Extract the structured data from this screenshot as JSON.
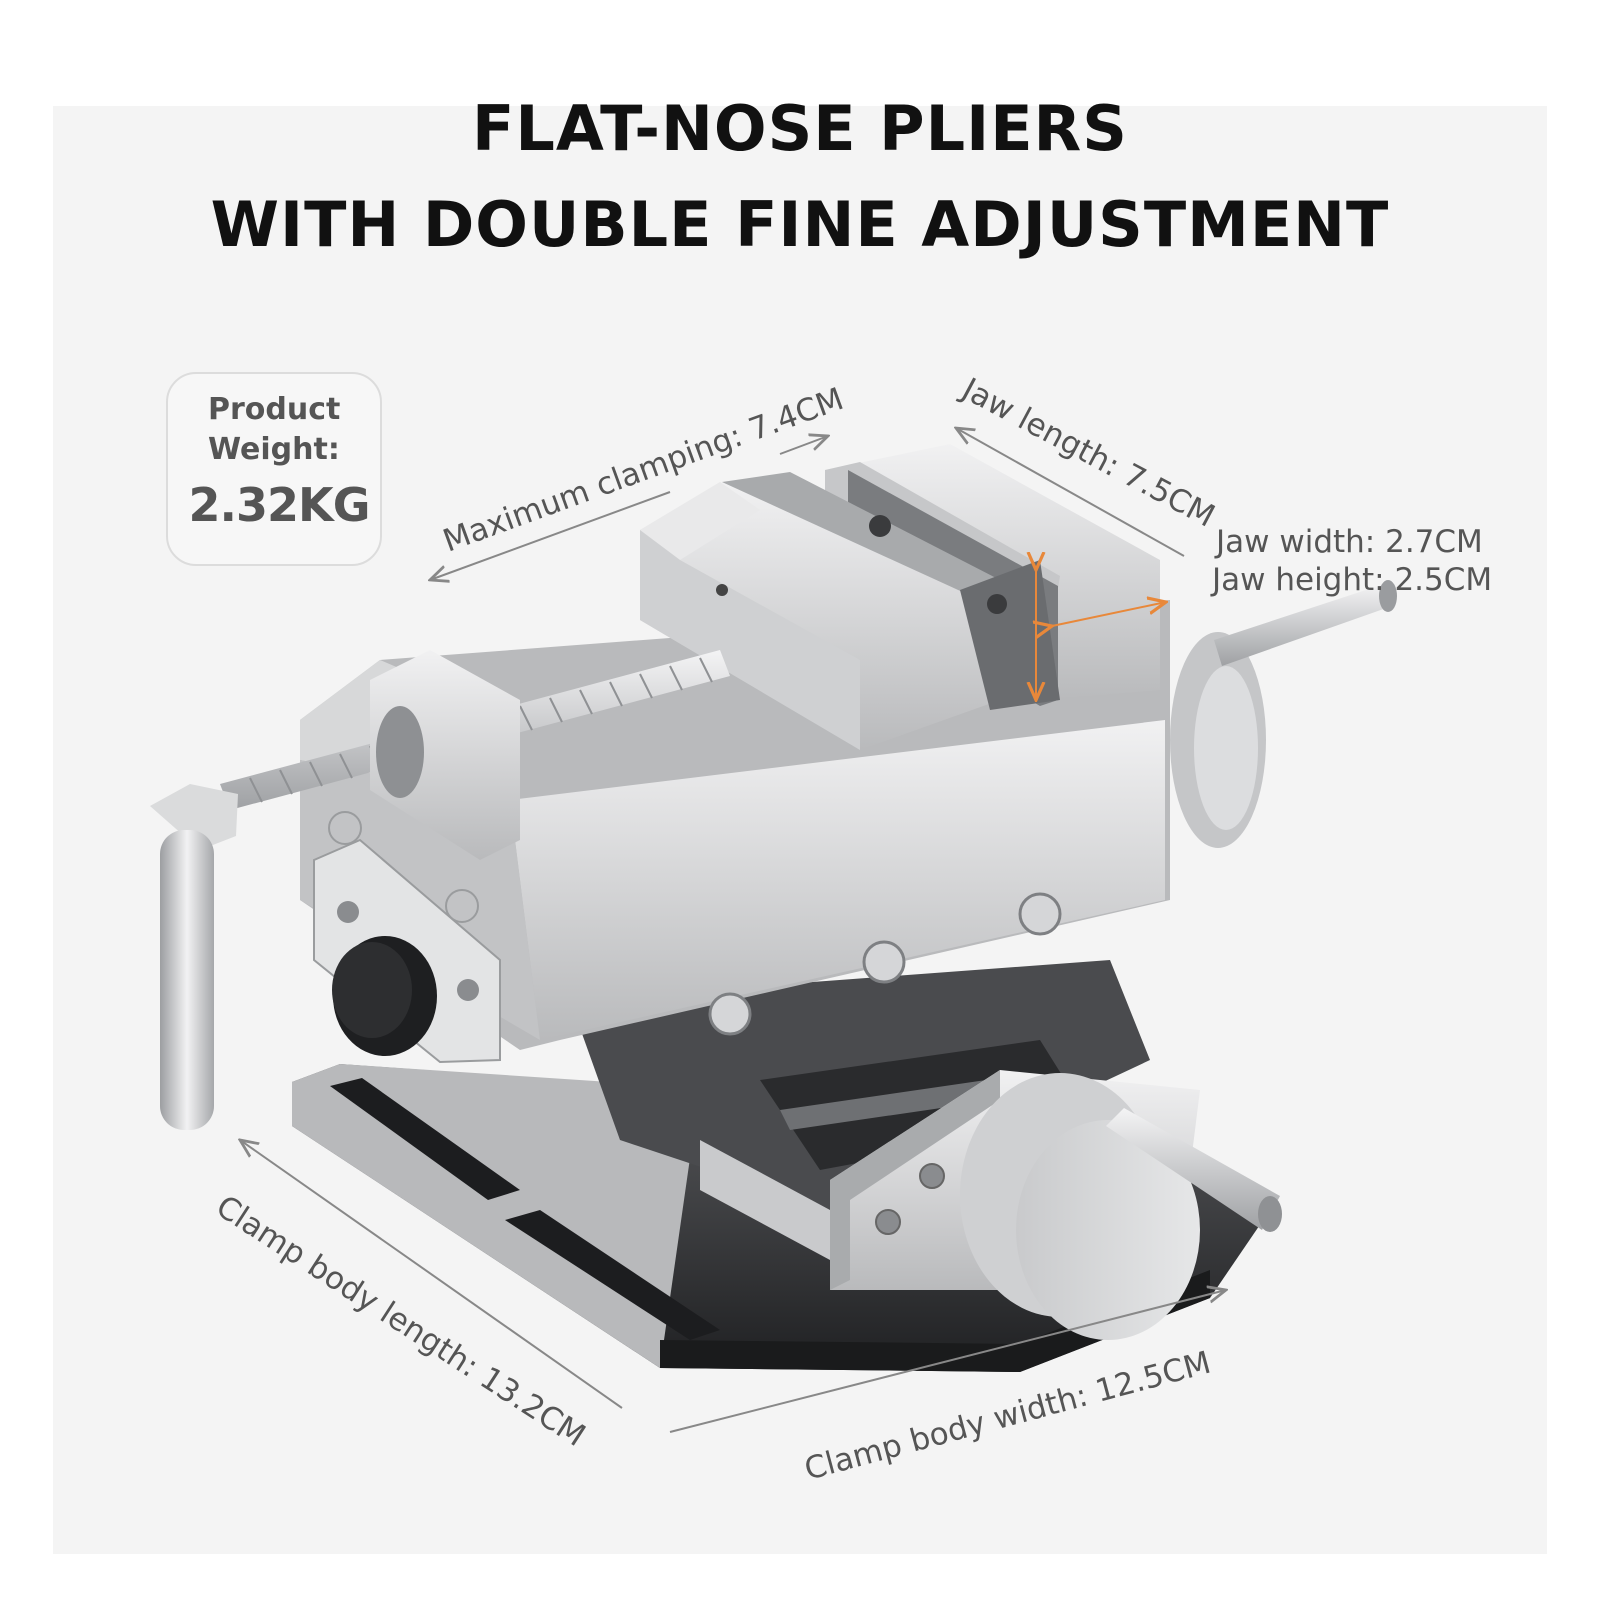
{
  "header": {
    "title_line1": "FLAT-NOSE PLIERS",
    "title_line2": "WITH DOUBLE FINE ADJUSTMENT"
  },
  "weight_card": {
    "label": "Product\nWeight:",
    "value": "2.32KG"
  },
  "dimensions": {
    "max_clamping": "Maximum clamping: 7.4CM",
    "jaw_length": "Jaw length: 7.5CM",
    "jaw_width": "Jaw width: 2.7CM",
    "jaw_height": "Jaw height: 2.5CM",
    "body_length": "Clamp body length: 13.2CM",
    "body_width": "Clamp body width: 12.5CM"
  },
  "colors": {
    "dimension_line": "#888888",
    "jaw_marker": "#e8883a",
    "metal_light": "#d9dadb",
    "metal_dark": "#3a3b3d"
  }
}
